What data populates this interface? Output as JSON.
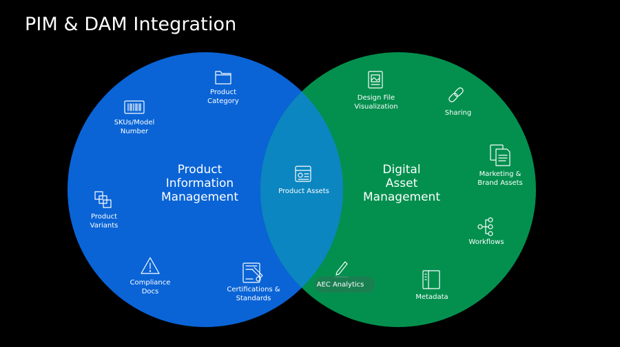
{
  "title": "PIM & DAM Integration",
  "circles": {
    "pim": {
      "title": "Product\nInformation\nManagement",
      "color": "#0a64d6"
    },
    "dam": {
      "title": "Digital\nAsset\nManagement",
      "color": "#03904e"
    },
    "overlap_color": "#0c86c0"
  },
  "pim_items": [
    {
      "label": "Product\nCategory",
      "icon": "folder-icon"
    },
    {
      "label": "SKUs/Model\nNumber",
      "icon": "barcode-icon"
    },
    {
      "label": "Product\nVariants",
      "icon": "stacked-squares-icon"
    },
    {
      "label": "Compliance\nDocs",
      "icon": "warning-icon"
    },
    {
      "label": "Certifications &\nStandards",
      "icon": "certificate-icon"
    }
  ],
  "shared_items": [
    {
      "label": "Product Assets",
      "icon": "dashboard-icon"
    }
  ],
  "dam_items": [
    {
      "label": "Design File\nVisualization",
      "icon": "image-file-icon"
    },
    {
      "label": "Sharing",
      "icon": "link-icon"
    },
    {
      "label": "Marketing &\nBrand Assets",
      "icon": "documents-icon"
    },
    {
      "label": "Workflows",
      "icon": "workflow-icon"
    },
    {
      "label": "Metadata",
      "icon": "metadata-icon"
    },
    {
      "label": "AEC Analytics",
      "icon": "pencil-icon"
    }
  ]
}
